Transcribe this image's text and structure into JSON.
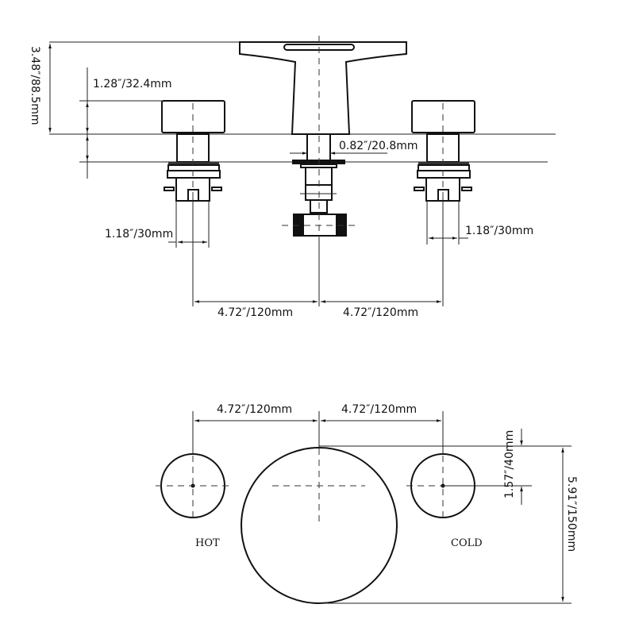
{
  "top_view": {
    "total_height": "3.48″/88.5mm",
    "handle_height": "1.28″/32.4mm",
    "spout_base": "0.82″/20.8mm",
    "left_handle_stem": "1.18″/30mm",
    "right_handle_stem": "1.18″/30mm",
    "left_spacing": "4.72″/120mm",
    "right_spacing": "4.72″/120mm"
  },
  "plan_view": {
    "left_spacing": "4.72″/120mm",
    "right_spacing": "4.72″/120mm",
    "handle_diameter": "1.57″/40mm",
    "base_diameter": "5.91″/150mm",
    "hot_label": "HOT",
    "cold_label": "COLD"
  }
}
